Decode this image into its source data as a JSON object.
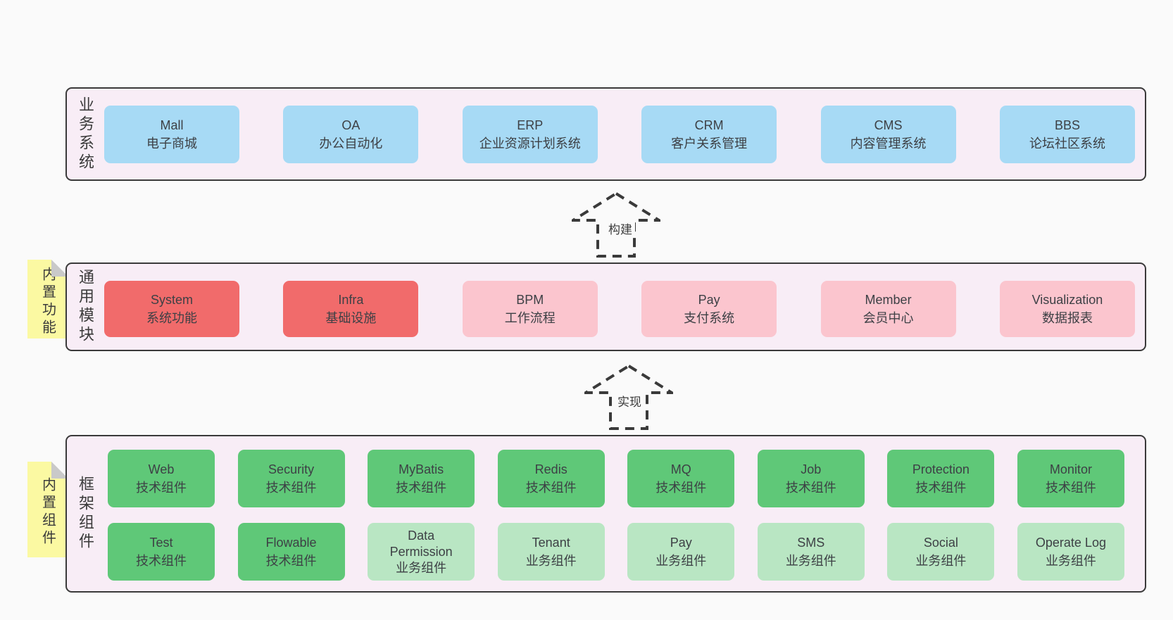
{
  "colors": {
    "page_background": "#fafafa",
    "band_fill": "#f8edf6",
    "band_border": "#3a3a3a",
    "blue_box": "#a7daf5",
    "red_box": "#f16b6b",
    "pink_box": "#fbc5ce",
    "green_box": "#5fc878",
    "light_green_box": "#b9e6c3",
    "sticky_yellow": "#fbf9a2",
    "sticky_fold": "#c9c9c9",
    "text": "#3b3b3b"
  },
  "sections": {
    "business": {
      "label": "业务系统",
      "boxes": [
        {
          "name": "Mall",
          "desc": "电子商城"
        },
        {
          "name": "OA",
          "desc": "办公自动化"
        },
        {
          "name": "ERP",
          "desc": "企业资源计划系统"
        },
        {
          "name": "CRM",
          "desc": "客户关系管理"
        },
        {
          "name": "CMS",
          "desc": "内容管理系统"
        },
        {
          "name": "BBS",
          "desc": "论坛社区系统"
        }
      ]
    },
    "modules": {
      "label": "通用模块",
      "sticky": "内置功能",
      "boxes": [
        {
          "name": "System",
          "desc": "系统功能"
        },
        {
          "name": "Infra",
          "desc": "基础设施"
        },
        {
          "name": "BPM",
          "desc": "工作流程"
        },
        {
          "name": "Pay",
          "desc": "支付系统"
        },
        {
          "name": "Member",
          "desc": "会员中心"
        },
        {
          "name": "Visualization",
          "desc": "数据报表"
        }
      ]
    },
    "framework": {
      "label": "框架组件",
      "sticky": "内置组件",
      "row1": [
        {
          "name": "Web",
          "desc": "技术组件"
        },
        {
          "name": "Security",
          "desc": "技术组件"
        },
        {
          "name": "MyBatis",
          "desc": "技术组件"
        },
        {
          "name": "Redis",
          "desc": "技术组件"
        },
        {
          "name": "MQ",
          "desc": "技术组件"
        },
        {
          "name": "Job",
          "desc": "技术组件"
        },
        {
          "name": "Protection",
          "desc": "技术组件"
        },
        {
          "name": "Monitor",
          "desc": "技术组件"
        }
      ],
      "row2": [
        {
          "name": "Test",
          "desc": "技术组件"
        },
        {
          "name": "Flowable",
          "desc": "技术组件"
        },
        {
          "name": "Data Permission",
          "desc": "业务组件"
        },
        {
          "name": "Tenant",
          "desc": "业务组件"
        },
        {
          "name": "Pay",
          "desc": "业务组件"
        },
        {
          "name": "SMS",
          "desc": "业务组件"
        },
        {
          "name": "Social",
          "desc": "业务组件"
        },
        {
          "name": "Operate Log",
          "desc": "业务组件"
        }
      ]
    }
  },
  "arrows": {
    "build": "构建",
    "implement": "实现"
  }
}
